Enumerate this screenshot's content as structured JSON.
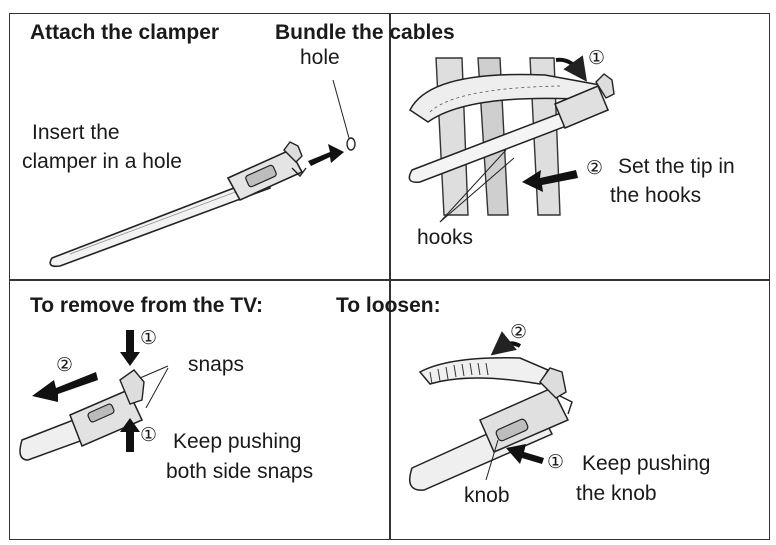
{
  "panels": {
    "top_left": {
      "heading": "Attach the clamper",
      "hole_label": "hole",
      "instruction_line1": "Insert the",
      "instruction_line2": "clamper in a hole"
    },
    "top_right": {
      "heading": "Bundle the cables",
      "step1": "①",
      "step2": "②",
      "instruction_line1": "Set the tip in",
      "instruction_line2": "the hooks",
      "hooks_label": "hooks"
    },
    "bottom_left": {
      "heading": "To remove from the TV:",
      "step1_top": "①",
      "step2": "②",
      "step1_bottom": "①",
      "snaps_label": "snaps",
      "instruction_line1": "Keep pushing",
      "instruction_line2": "both side snaps"
    },
    "bottom_right": {
      "heading": "To loosen:",
      "step2": "②",
      "step1": "①",
      "instruction_line1": "Keep pushing",
      "instruction_line2": "the knob",
      "knob_label": "knob"
    }
  }
}
